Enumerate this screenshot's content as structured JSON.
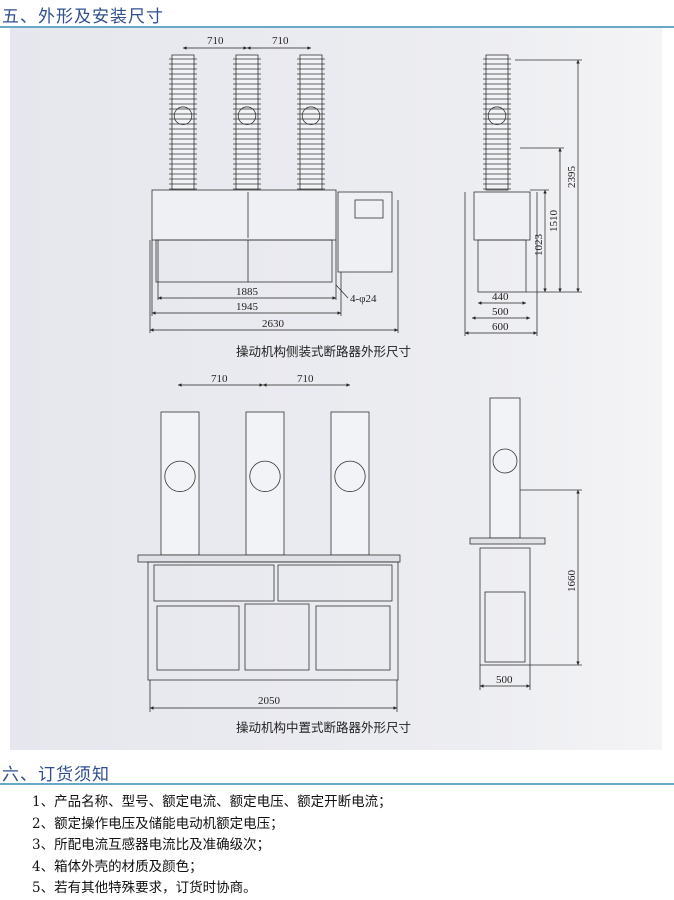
{
  "section5": {
    "title": "五、外形及安装尺寸"
  },
  "drawing_top": {
    "caption": "操动机构侧装式断路器外形尺寸",
    "dims": {
      "pitch1": "710",
      "pitch2": "710",
      "w1": "1885",
      "w2": "1945",
      "w3": "2630",
      "holes": "4-φ24",
      "h1": "2395",
      "h2": "1510",
      "h3": "1023",
      "d1": "440",
      "d2": "500",
      "d3": "600"
    }
  },
  "drawing_bottom": {
    "caption": "操动机构中置式断路器外形尺寸",
    "dims": {
      "pitch1": "710",
      "pitch2": "710",
      "w1": "2050",
      "h1": "1660",
      "d1": "500"
    }
  },
  "section6": {
    "title": "六、订货须知",
    "items": [
      "1、产品名称、型号、额定电流、额定电压、额定开断电流；",
      "2、额定操作电压及储能电动机额定电压；",
      "3、所配电流互感器电流比及准确级次；",
      "4、箱体外壳的材质及颜色；",
      "5、若有其他特殊要求，订货时协商。"
    ]
  }
}
